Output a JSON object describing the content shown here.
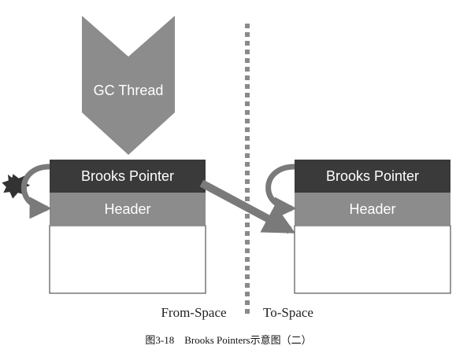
{
  "gc_thread": {
    "label": "GC Thread"
  },
  "from_object": {
    "pointer_label": "Brooks Pointer",
    "header_label": "Header"
  },
  "to_object": {
    "pointer_label": "Brooks Pointer",
    "header_label": "Header"
  },
  "spaces": {
    "from_label": "From-Space",
    "to_label": "To-Space"
  },
  "caption": "图3-18　Brooks Pointers示意图（二）",
  "colors": {
    "dark_block": "#3a3a3a",
    "header_block": "#8c8c8c",
    "thread_arrow": "#8c8c8c",
    "connector": "#7a7a7a",
    "divider": "#8a8a8a",
    "body_border": "#555555",
    "burst": "#333333"
  }
}
